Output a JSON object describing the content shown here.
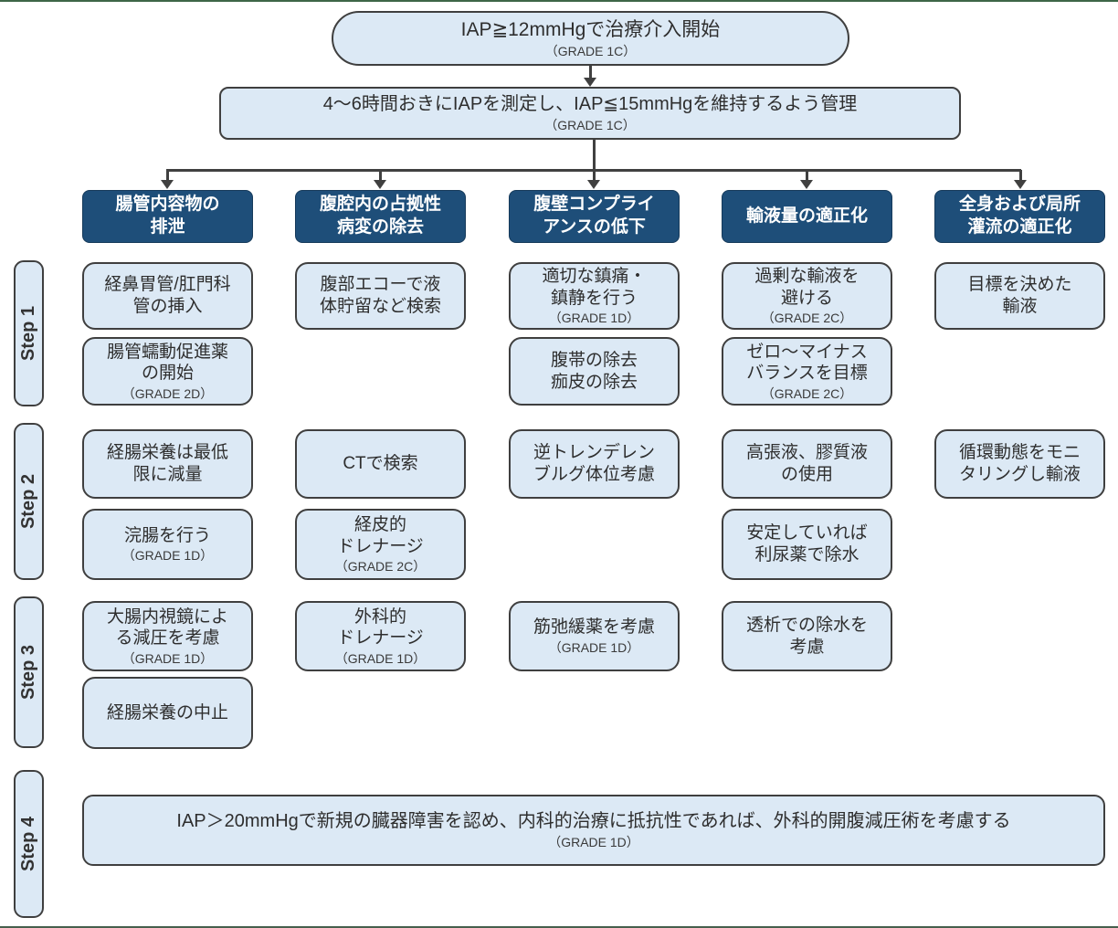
{
  "meta": {
    "header_color": "#1e4e79",
    "box_fill": "#dce9f5",
    "line_color": "#404040",
    "frame_top_color": "#3e6647",
    "frame_bottom_color": "#46604d"
  },
  "flow": {
    "start": {
      "text": "IAP≧12mmHgで治療介入開始",
      "grade": "（GRADE 1C）"
    },
    "monitor": {
      "text": "4〜6時間おきにIAPを測定し、IAP≦15mmHgを維持するよう管理",
      "grade": "（GRADE 1C）"
    },
    "final": {
      "text": "IAP＞20mmHgで新規の臓器障害を認め、内科的治療に抵抗性であれば、外科的開腹減圧術を考慮する",
      "grade": "（GRADE 1D）"
    }
  },
  "steps": [
    {
      "label": "Step 1"
    },
    {
      "label": "Step 2"
    },
    {
      "label": "Step 3"
    },
    {
      "label": "Step 4"
    }
  ],
  "columns": [
    {
      "header": "腸管内容物の\n排泄",
      "boxes": {
        "s1": [
          {
            "text": "経鼻胃管/肛門科\n管の挿入"
          },
          {
            "text": "腸管蠕動促進薬\nの開始",
            "grade": "（GRADE 2D）"
          }
        ],
        "s2": [
          {
            "text": "経腸栄養は最低\n限に減量"
          },
          {
            "text": "浣腸を行う",
            "grade": "（GRADE 1D）"
          }
        ],
        "s3": [
          {
            "text": "大腸内視鏡によ\nる減圧を考慮",
            "grade": "（GRADE 1D）"
          },
          {
            "text": "経腸栄養の中止"
          }
        ]
      }
    },
    {
      "header": "腹腔内の占拠性\n病変の除去",
      "boxes": {
        "s1": [
          {
            "text": "腹部エコーで液\n体貯留など検索"
          }
        ],
        "s2": [
          {
            "text": "CTで検索"
          },
          {
            "text": "経皮的\nドレナージ",
            "grade": "（GRADE 2C）"
          }
        ],
        "s3": [
          {
            "text": "外科的\nドレナージ",
            "grade": "（GRADE 1D）"
          }
        ]
      }
    },
    {
      "header": "腹壁コンプライ\nアンスの低下",
      "boxes": {
        "s1": [
          {
            "text": "適切な鎮痛・\n鎮静を行う",
            "grade": "（GRADE 1D）"
          },
          {
            "text": "腹帯の除去\n痂皮の除去"
          }
        ],
        "s2": [
          {
            "text": "逆トレンデレン\nブルグ体位考慮"
          }
        ],
        "s3": [
          {
            "text": "筋弛緩薬を考慮",
            "grade": "（GRADE 1D）"
          }
        ]
      }
    },
    {
      "header": "輸液量の適正化",
      "boxes": {
        "s1": [
          {
            "text": "過剰な輸液を\n避ける",
            "grade": "（GRADE 2C）"
          },
          {
            "text": "ゼロ〜マイナス\nバランスを目標",
            "grade": "（GRADE 2C）"
          }
        ],
        "s2": [
          {
            "text": "高張液、膠質液\nの使用"
          },
          {
            "text": "安定していれば\n利尿薬で除水"
          }
        ],
        "s3": [
          {
            "text": "透析での除水を\n考慮"
          }
        ]
      }
    },
    {
      "header": "全身および局所\n灌流の適正化",
      "boxes": {
        "s1": [
          {
            "text": "目標を決めた\n輸液"
          }
        ],
        "s2": [
          {
            "text": "循環動態をモニ\nタリングし輸液"
          }
        ],
        "s3": []
      }
    }
  ]
}
